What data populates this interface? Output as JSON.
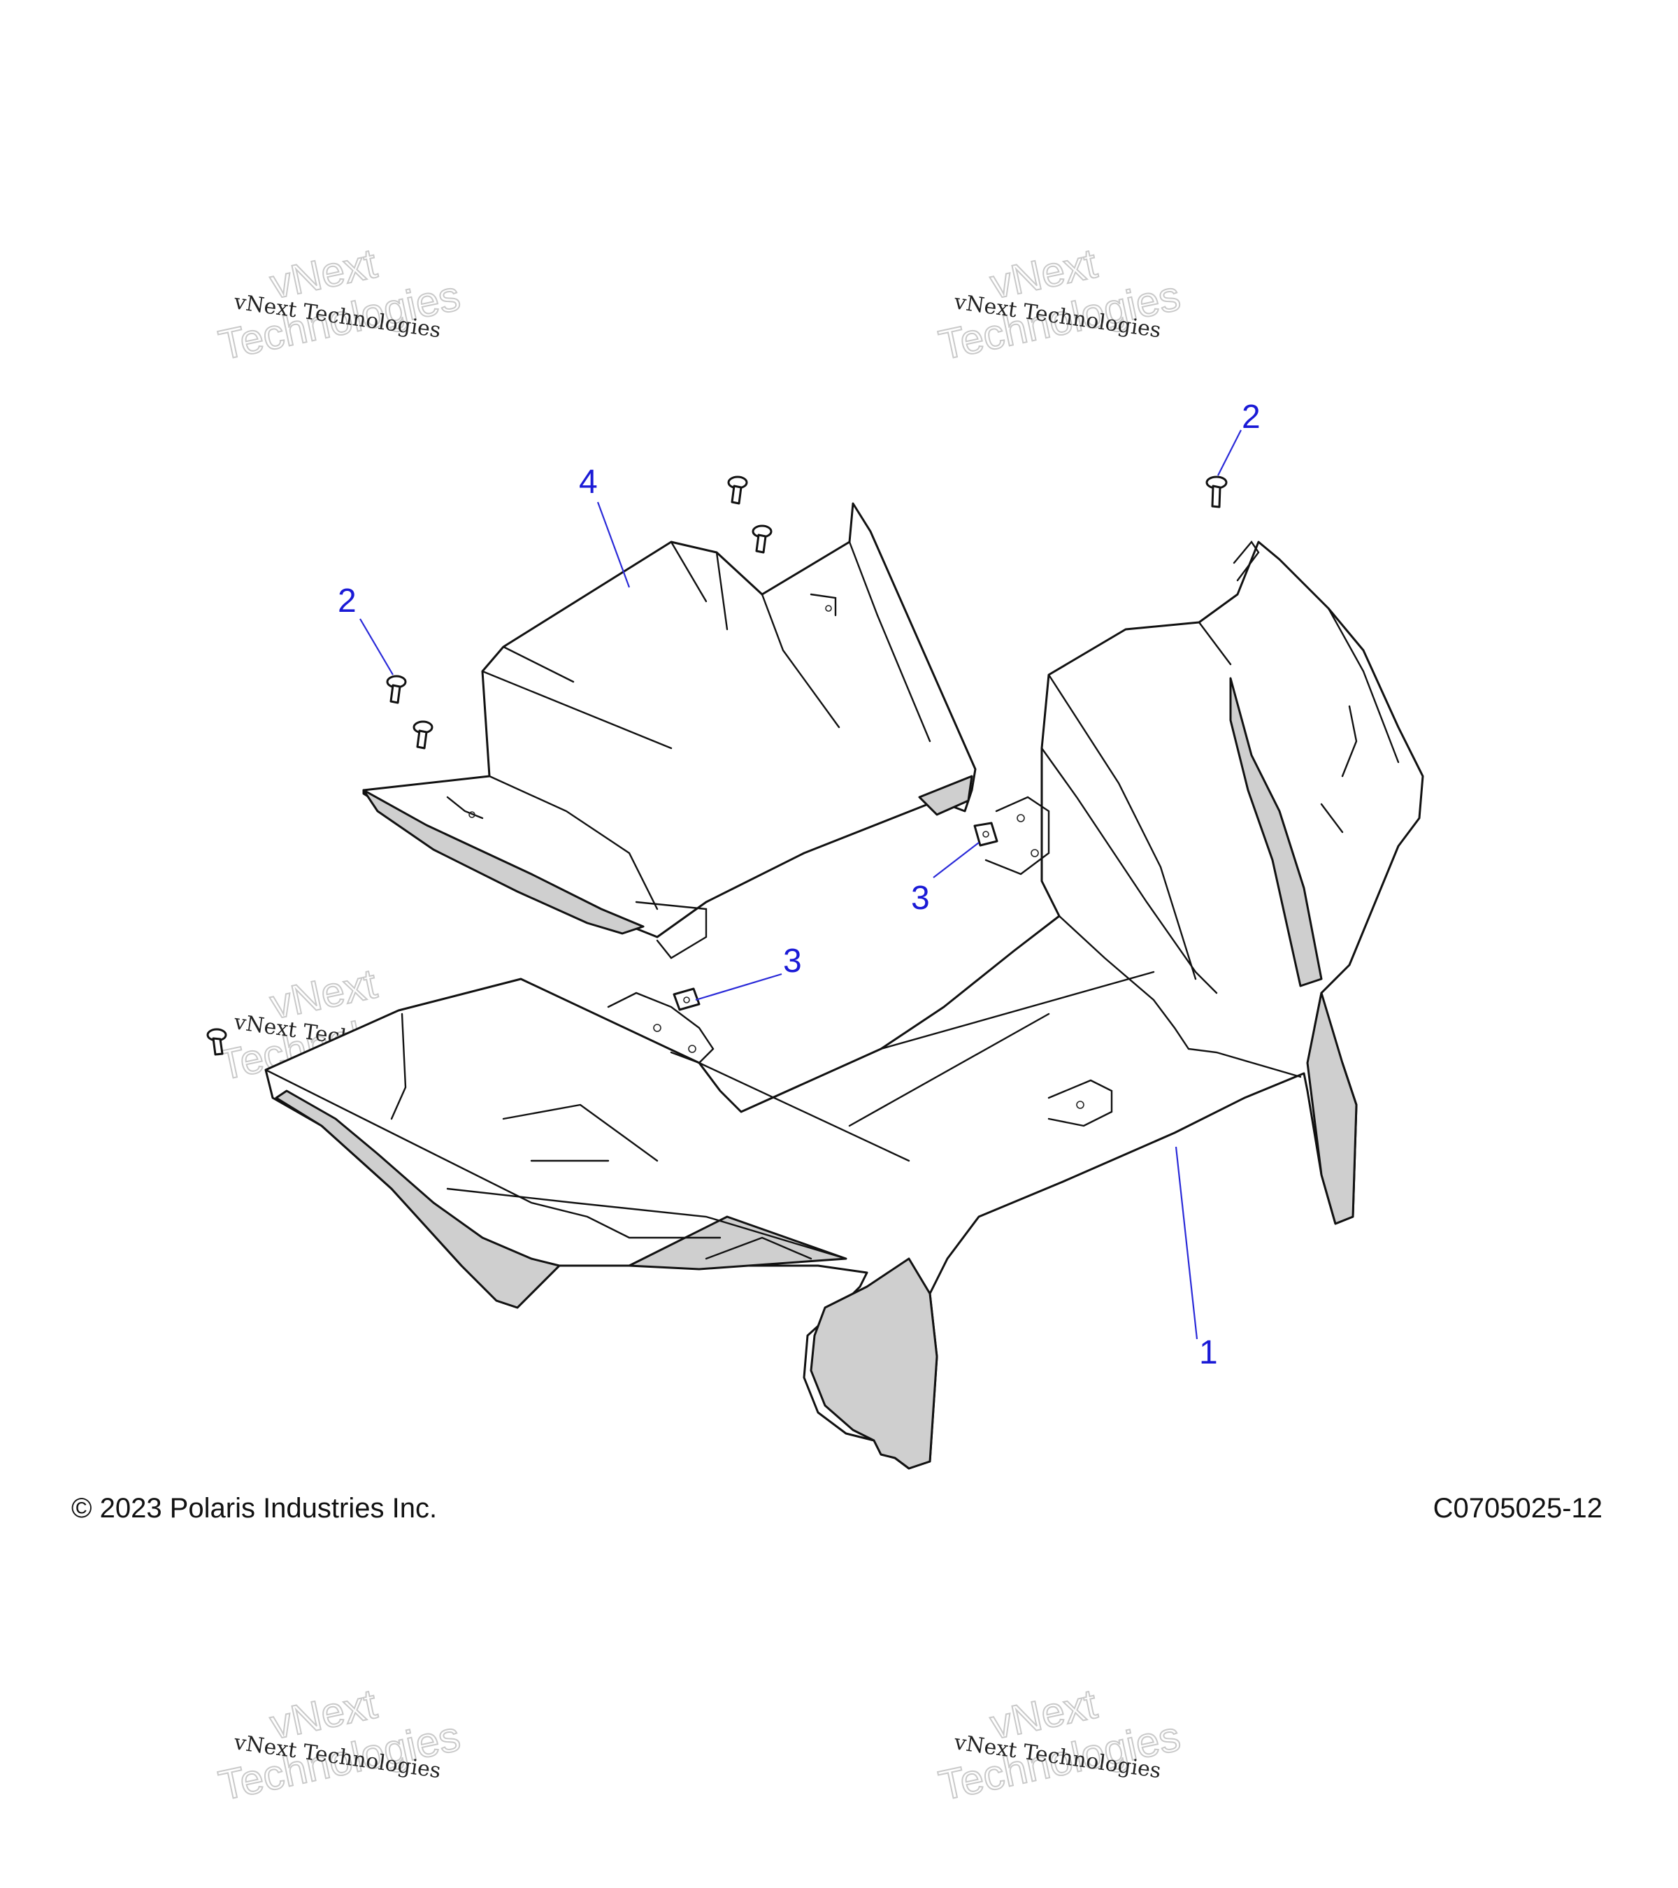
{
  "callouts": {
    "part_1": "1",
    "part_2_left": "2",
    "part_2_right": "2",
    "part_3_left": "3",
    "part_3_right": "3",
    "part_4": "4"
  },
  "footer": {
    "copyright": "© 2023 Polaris Industries Inc.",
    "figure_id": "C0705025-12"
  },
  "watermark": {
    "line_small": "vNext Technologies",
    "line_big_1": "vNext",
    "line_big_2": "Technologies"
  },
  "colors": {
    "callout": "#1a1ad6",
    "line_art": "#111111",
    "shading": "#cfcfcf"
  }
}
